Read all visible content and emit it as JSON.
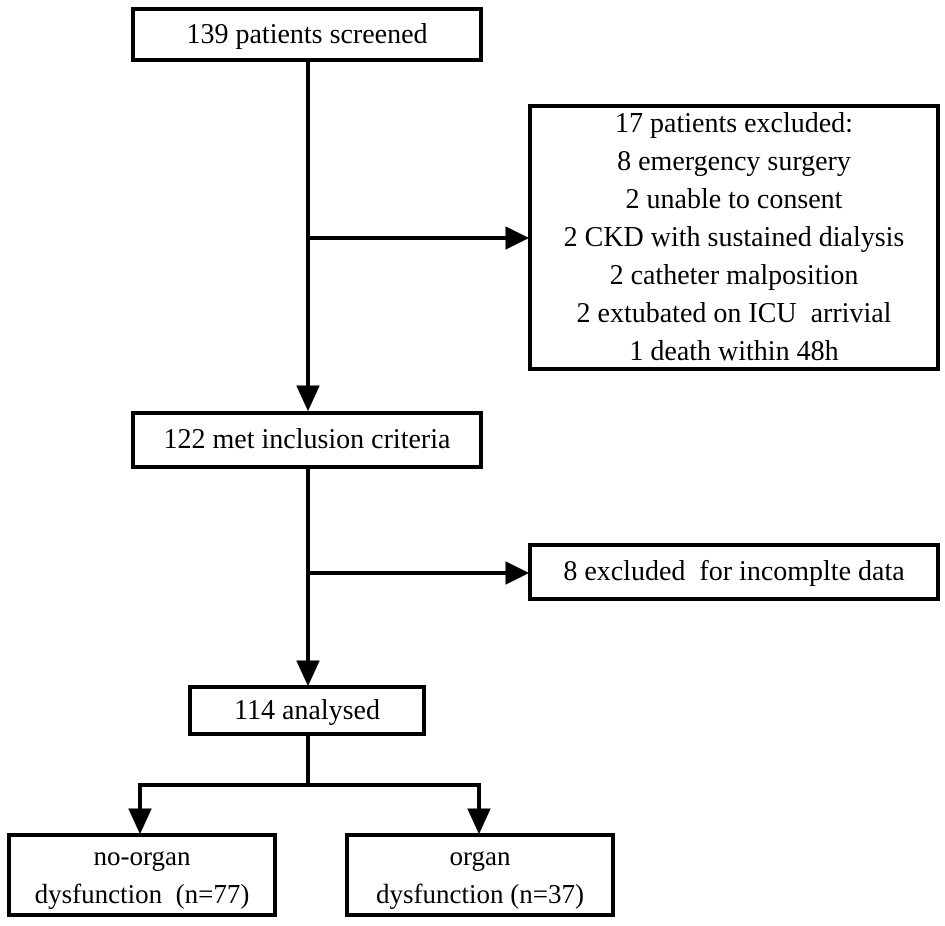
{
  "page": {
    "background_color": "#ffffff",
    "line_color": "#000000",
    "text_color": "#000000"
  },
  "boxes": {
    "screened": {
      "text": "139 patients screened"
    },
    "excluded_17": {
      "title": "17 patients excluded:",
      "items": [
        "8 emergency surgery",
        "2 unable to consent",
        "2 CKD with sustained dialysis",
        "2 catheter malposition",
        "2 extubated on ICU  arrivial",
        "1 death within 48h"
      ]
    },
    "inclusion": {
      "text": "122 met inclusion criteria"
    },
    "excluded_8": {
      "text": "8 excluded  for incomplte data"
    },
    "analysed": {
      "text": "114 analysed"
    },
    "no_organ_dysfunction": {
      "text": "no-organ\ndysfunction  (n=77)"
    },
    "organ_dysfunction": {
      "text": "organ\ndysfunction (n=37)"
    }
  }
}
